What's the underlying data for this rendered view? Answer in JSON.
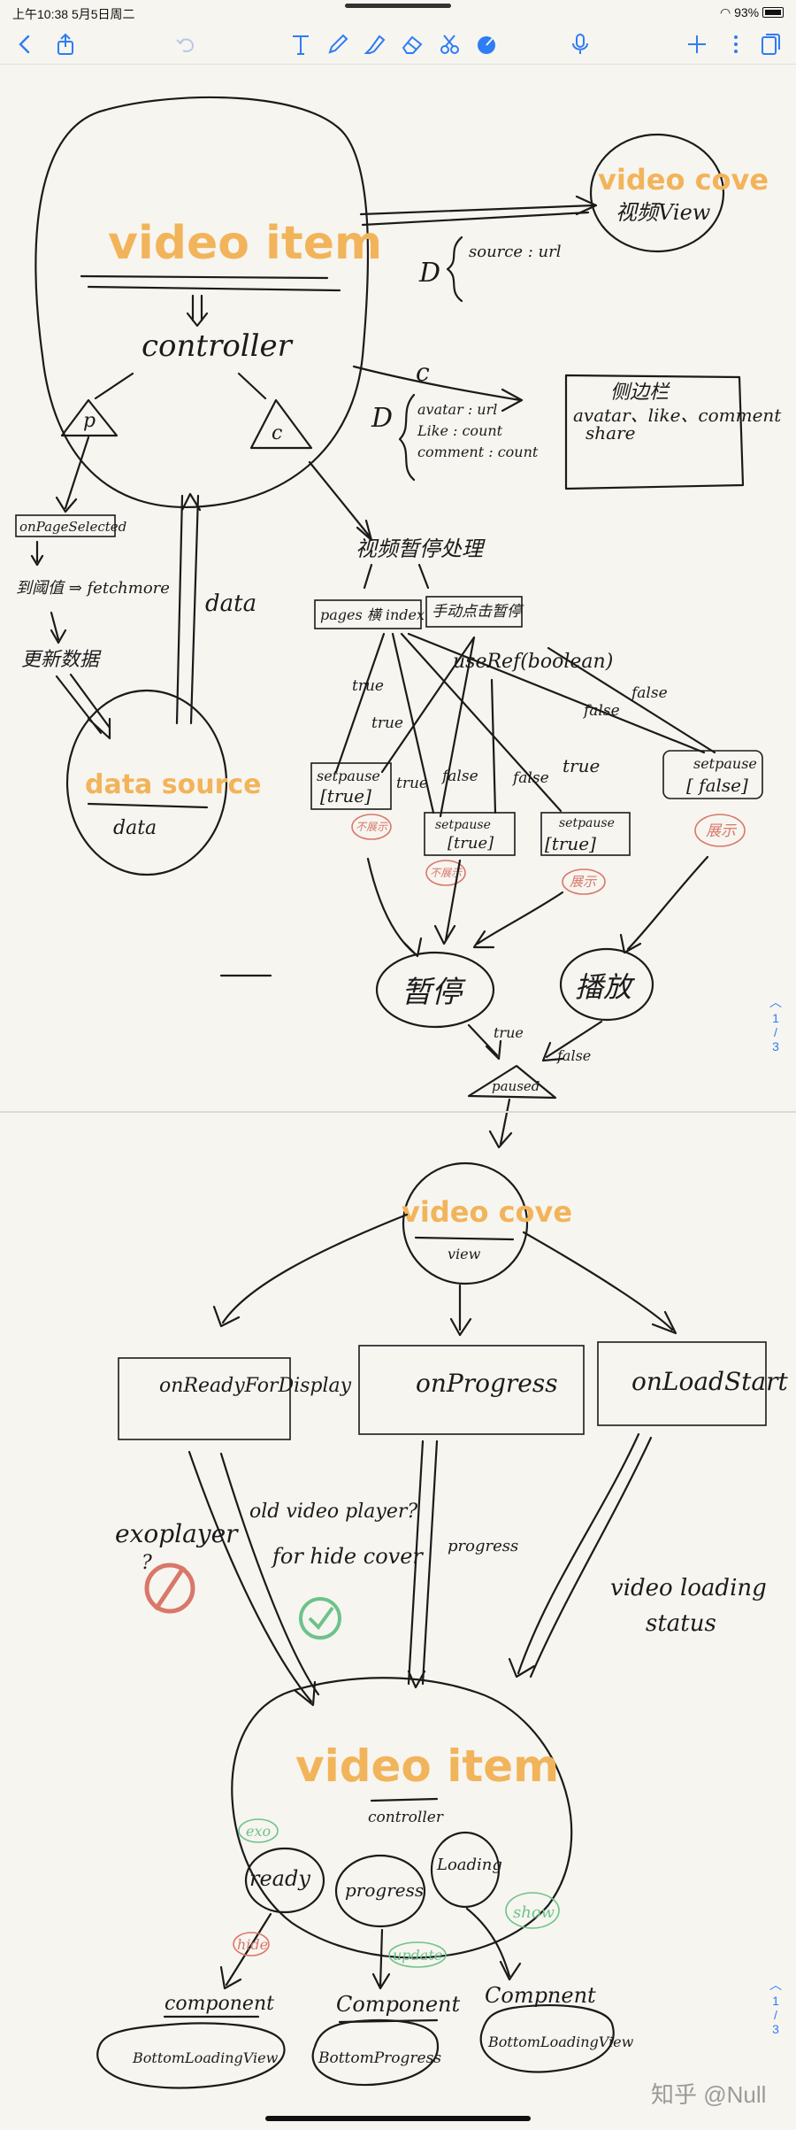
{
  "status_bar": {
    "time": "上午10:38",
    "date": "5月5日周二",
    "battery": "93%",
    "wifi_icon": "wifi-icon",
    "battery_icon": "battery-icon"
  },
  "toolbar": {
    "left": [
      "back-icon",
      "share-icon",
      "undo-icon"
    ],
    "tools": [
      "text-tool-icon",
      "pen-tool-icon",
      "highlighter-tool-icon",
      "eraser-tool-icon",
      "lasso-tool-icon",
      "color-picker-icon"
    ],
    "right": [
      "microphone-icon",
      "add-icon",
      "more-icon",
      "pages-icon"
    ],
    "accent": "#2e7cf6"
  },
  "pager": {
    "page1": [
      "1",
      "/",
      "3"
    ],
    "page2": [
      "1",
      "/",
      "3"
    ]
  },
  "watermark": "知乎 @Null",
  "diagram1": {
    "video_item": "video item",
    "controller": "controller",
    "p": "p",
    "c": "c",
    "video_cove": "video cove",
    "video_cove_sub": "视频View",
    "d_source": "D",
    "source_url": "source : url",
    "c2": "c",
    "d2": "D",
    "avatar": "avatar : url",
    "like": "Like : count",
    "comment": "comment : count",
    "side_title": "侧边栏",
    "side_line1": "avatar、like、comment",
    "side_line2": "share",
    "onpage": "onPageSelected",
    "threshold": "到阈值 ⇒ fetchmore",
    "update": "更新数据",
    "data_source": "data source",
    "data": "data",
    "data_arrow": "data",
    "pause_title": "视频暂停处理",
    "page_index": "pages 横 index",
    "manual": "手动点击暂停",
    "useref": "useRef(boolean)",
    "t1": "true",
    "t2": "true",
    "t3": "true",
    "t4": "true",
    "f1": "false",
    "f2": "false",
    "f3": "false",
    "f4": "false",
    "sp1_a": "setpause",
    "sp1_b": "[true]",
    "sp2_a": "setpause",
    "sp2_b": "[true]",
    "sp3_a": "setpause",
    "sp3_b": "[true]",
    "sp4_a": "setpause",
    "sp4_b": "[ false]",
    "r1": "不展示",
    "r2": "不展示",
    "r3": "展示",
    "r4": "展示",
    "pause": "暂停",
    "play": "播放",
    "true_lbl": "true",
    "false_lbl": "false",
    "paused": "paused"
  },
  "diagram2": {
    "video_cove": "video cove",
    "view": "view",
    "on_ready": "onReadyForDisplay",
    "on_progress": "onProgress",
    "on_load": "onLoadStart",
    "exo": "exoplayer",
    "exo_q": "?",
    "old": "old video player?",
    "hide_cover": "for hide cover",
    "progress": "progress",
    "loading_status1": "video loading",
    "loading_status2": "status",
    "video_item": "video item",
    "controller": "controller",
    "exo_tag": "exo",
    "ready": "ready",
    "prog": "progress",
    "loading": "Loading",
    "hide": "hide",
    "update": "update",
    "show": "show",
    "comp1": "component",
    "comp2": "Component",
    "comp3": "Compnent",
    "bottom1": "BottomLoadingView",
    "bottom2": "BottomProgress",
    "bottom3": "BottomLoadingView"
  }
}
